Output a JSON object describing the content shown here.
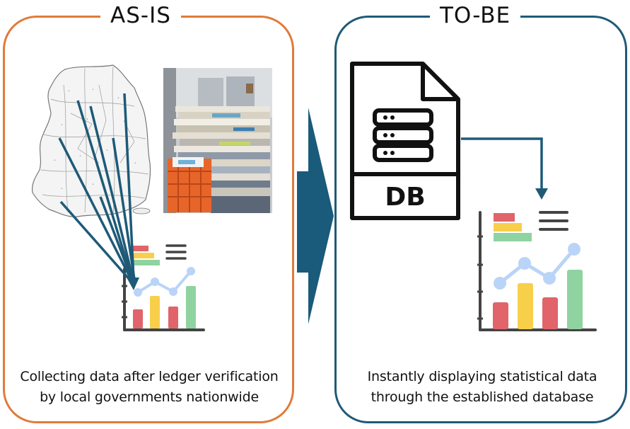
{
  "asis": {
    "title": "AS-IS",
    "caption_line1": "Collecting data after ledger verification",
    "caption_line2": "by local governments nationwide"
  },
  "tobe": {
    "title": "TO-BE",
    "caption_line1": "Instantly displaying statistical data",
    "caption_line2": "through the established database",
    "db_label": "DB"
  },
  "colors": {
    "asis_border": "#e07b3a",
    "tobe_border": "#1e5a78",
    "arrow": "#1e5a78",
    "bar_red": "#e0646a",
    "bar_yellow": "#f7cf4a",
    "bar_green": "#8fd3a0",
    "line_point": "#b9d4f7"
  },
  "icons": [
    "korea-map-icon",
    "paper-stack-photo",
    "chart-icon",
    "database-file-icon",
    "process-arrow-icon"
  ]
}
